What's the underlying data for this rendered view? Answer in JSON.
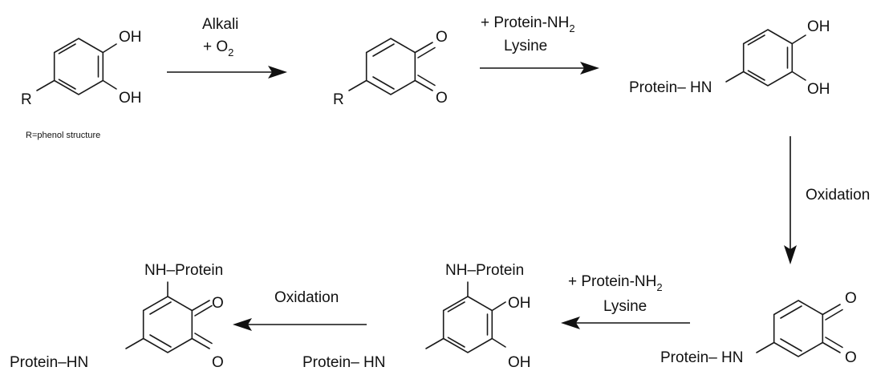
{
  "structures": {
    "catechol": {
      "oh_top": "OH",
      "oh_bottom": "OH",
      "r": "R",
      "caption": "R=phenol structure"
    },
    "quinone": {
      "o_top": "O",
      "o_bottom": "O",
      "r": "R"
    },
    "amino_catechol": {
      "oh_top": "OH",
      "oh_bottom": "OH",
      "substituent": "Protein– HN"
    },
    "amino_quinone": {
      "o_top": "O",
      "o_bottom": "O",
      "substituent": "Protein– HN"
    },
    "diamino_catechol": {
      "nh_top": "NH–Protein",
      "oh_top": "OH",
      "oh_bottom": "OH",
      "substituent": "Protein– HN"
    },
    "diamino_quinone": {
      "nh_top": "NH–Protein",
      "o_top": "O",
      "o_bottom": "O",
      "substituent": "Protein–HN"
    }
  },
  "reagents": {
    "step1": {
      "line1": "Alkali",
      "line2_prefix": "+ O",
      "line2_sub": "2"
    },
    "step2": {
      "line1_prefix": "+ Protein-NH",
      "line1_sub": "2",
      "line2": "Lysine"
    },
    "step3": {
      "label": "Oxidation"
    },
    "step4": {
      "line1_prefix": "+ Protein-NH",
      "line1_sub": "2",
      "line2": "Lysine"
    },
    "step5": {
      "label": "Oxidation"
    }
  }
}
